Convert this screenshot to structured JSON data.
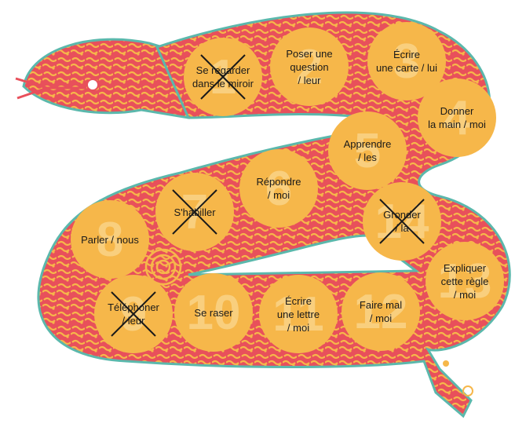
{
  "colors": {
    "snake_body": "#e8505b",
    "snake_pattern": "#f6b74a",
    "snake_outline": "#5bb8ac",
    "cell_fill": "#f6b74a",
    "number_fill": "#f9cf7e",
    "text": "#1a1a1a",
    "cross": "#1a1a1a"
  },
  "cells": [
    {
      "number": "1",
      "label": "Se regarder\ndans le miroir",
      "crossed": true
    },
    {
      "number": "2",
      "label": "Poser une\nquestion\n/ leur",
      "crossed": false
    },
    {
      "number": "3",
      "label": "Écrire\nune carte / lui",
      "crossed": false
    },
    {
      "number": "4",
      "label": "Donner\nla main / moi",
      "crossed": false
    },
    {
      "number": "5",
      "label": "Apprendre\n/ les",
      "crossed": false
    },
    {
      "number": "6",
      "label": "Répondre\n/ moi",
      "crossed": false
    },
    {
      "number": "7",
      "label": "S'habiller",
      "crossed": true
    },
    {
      "number": "8",
      "label": "Parler / nous",
      "crossed": false
    },
    {
      "number": "9",
      "label": "Téléphoner\n/ leur",
      "crossed": true
    },
    {
      "number": "10",
      "label": "Se raser",
      "crossed": false
    },
    {
      "number": "11",
      "label": "Écrire\nune lettre\n/ moi",
      "crossed": false
    },
    {
      "number": "12",
      "label": "Faire mal\n/ moi",
      "crossed": false
    },
    {
      "number": "13",
      "label": "Expliquer\ncette règle\n/ moi",
      "crossed": false
    },
    {
      "number": "14",
      "label": "Gronder\n/ la",
      "crossed": true
    }
  ]
}
